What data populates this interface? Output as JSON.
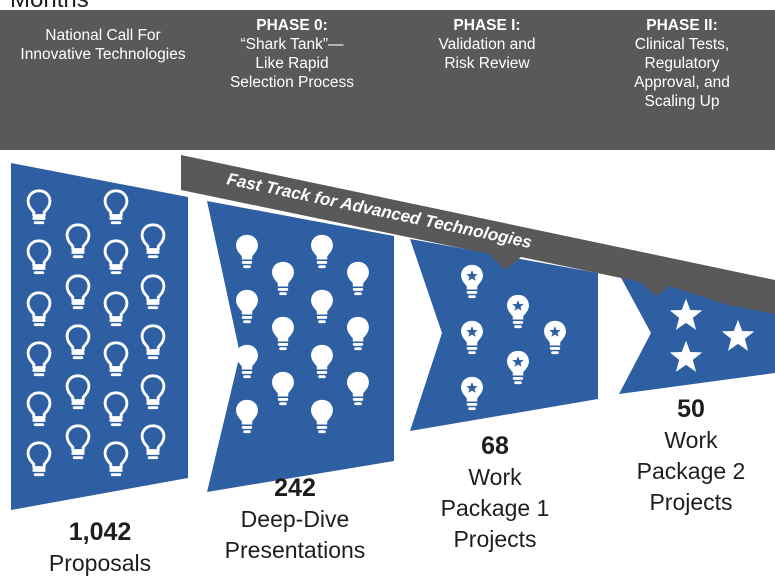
{
  "page": {
    "cut_off_title": "Months"
  },
  "phases": [
    {
      "title": "",
      "description": "National Call For Innovative Technologies"
    },
    {
      "title": "PHASE 0:",
      "description": "“Shark Tank”— Like Rapid Selection Process"
    },
    {
      "title": "PHASE I:",
      "description": "Validation and Risk Review"
    },
    {
      "title": "PHASE II:",
      "description": "Clinical Tests, Regulatory Approval, and Scaling Up"
    }
  ],
  "fast_track": {
    "label": "Fast Track for Advanced Technologies"
  },
  "stages": [
    {
      "count": "1,042",
      "label": "Proposals",
      "icon": "lightbulb-outline-icon"
    },
    {
      "count": "242",
      "label": "Deep-Dive Presentations",
      "icon": "lightbulb-solid-icon"
    },
    {
      "count": "68",
      "label": "Work Package 1 Projects",
      "icon": "lightbulb-star-icon"
    },
    {
      "count": "50",
      "label": "Work Package 2 Projects",
      "icon": "star-icon"
    }
  ],
  "colors": {
    "header_bg": "#595959",
    "funnel_blue": "#2e5fa3",
    "fast_track_bar": "#595959",
    "icon_white": "#ffffff",
    "text_dark": "#1e1e1e"
  }
}
